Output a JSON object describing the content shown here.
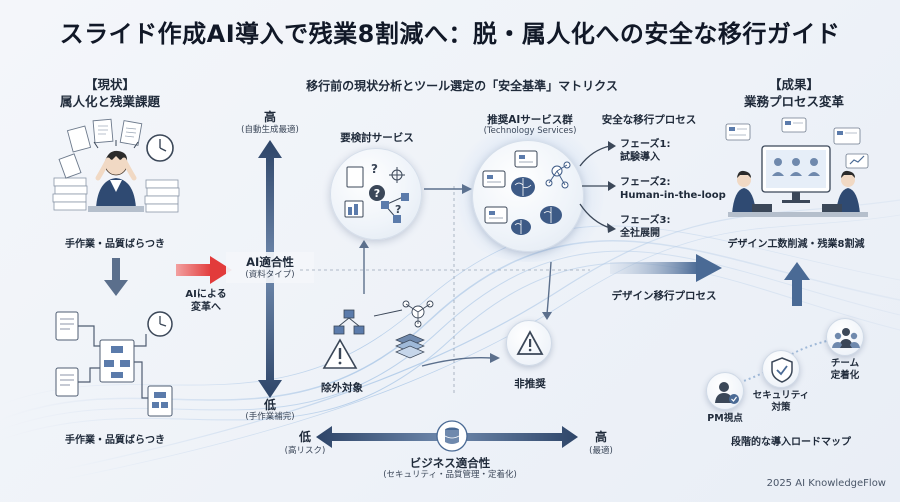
{
  "title": "スライド作成AI導入で残業8割減へ：脱・属人化への安全な移行ガイド",
  "left": {
    "header_line1": "【現状】",
    "header_line2": "属人化と残業課題",
    "caption_top": "手作業・品質ばらつき",
    "caption_bottom": "手作業・品質ばらつき",
    "arrow_label_line1": "AIによる",
    "arrow_label_line2": "変革へ"
  },
  "matrix": {
    "title": "移行前の現状分析とツール選定の「安全基準」マトリクス",
    "y_high": "高",
    "y_high_sub": "(自動生成最適)",
    "y_low": "低",
    "y_low_sub": "(手作業補完)",
    "y_axis_label": "AI適合性",
    "y_axis_sub": "(資料タイプ)",
    "x_low": "低",
    "x_low_sub": "(高リスク)",
    "x_high": "高",
    "x_high_sub": "(最適)",
    "x_axis_label": "ビジネス適合性",
    "x_axis_sub": "(セキュリティ・品質管理・定着化)",
    "q_review": "要検討サービス",
    "q_recommended": "推奨AIサービス群",
    "q_recommended_sub": "(Technology Services)",
    "q_excluded": "除外対象",
    "q_not_recommended": "非推奨",
    "migration_label": "デザイン移行プロセス"
  },
  "process": {
    "title": "安全な移行プロセス",
    "phase1": "フェーズ1:",
    "phase1_desc": "試験導入",
    "phase2": "フェーズ2:",
    "phase2_desc": "Human-in-the-loop",
    "phase3": "フェーズ3:",
    "phase3_desc": "全社展開"
  },
  "right": {
    "header_line1": "【成果】",
    "header_line2": "業務プロセス変革",
    "result_caption": "デザイン工数削減・残業8割減",
    "roadmap_pm": "PM視点",
    "roadmap_security": "セキュリティ",
    "roadmap_security2": "対策",
    "roadmap_team": "チーム",
    "roadmap_team2": "定着化",
    "roadmap_caption": "段階的な導入ロードマップ"
  },
  "footer": "2025 AI KnowledgeFlow",
  "colors": {
    "accent_red": "#e23b3b",
    "arrow_blue": "#4a6a95",
    "dark_navy": "#2e4568",
    "light_blue": "#9fb9d8"
  }
}
